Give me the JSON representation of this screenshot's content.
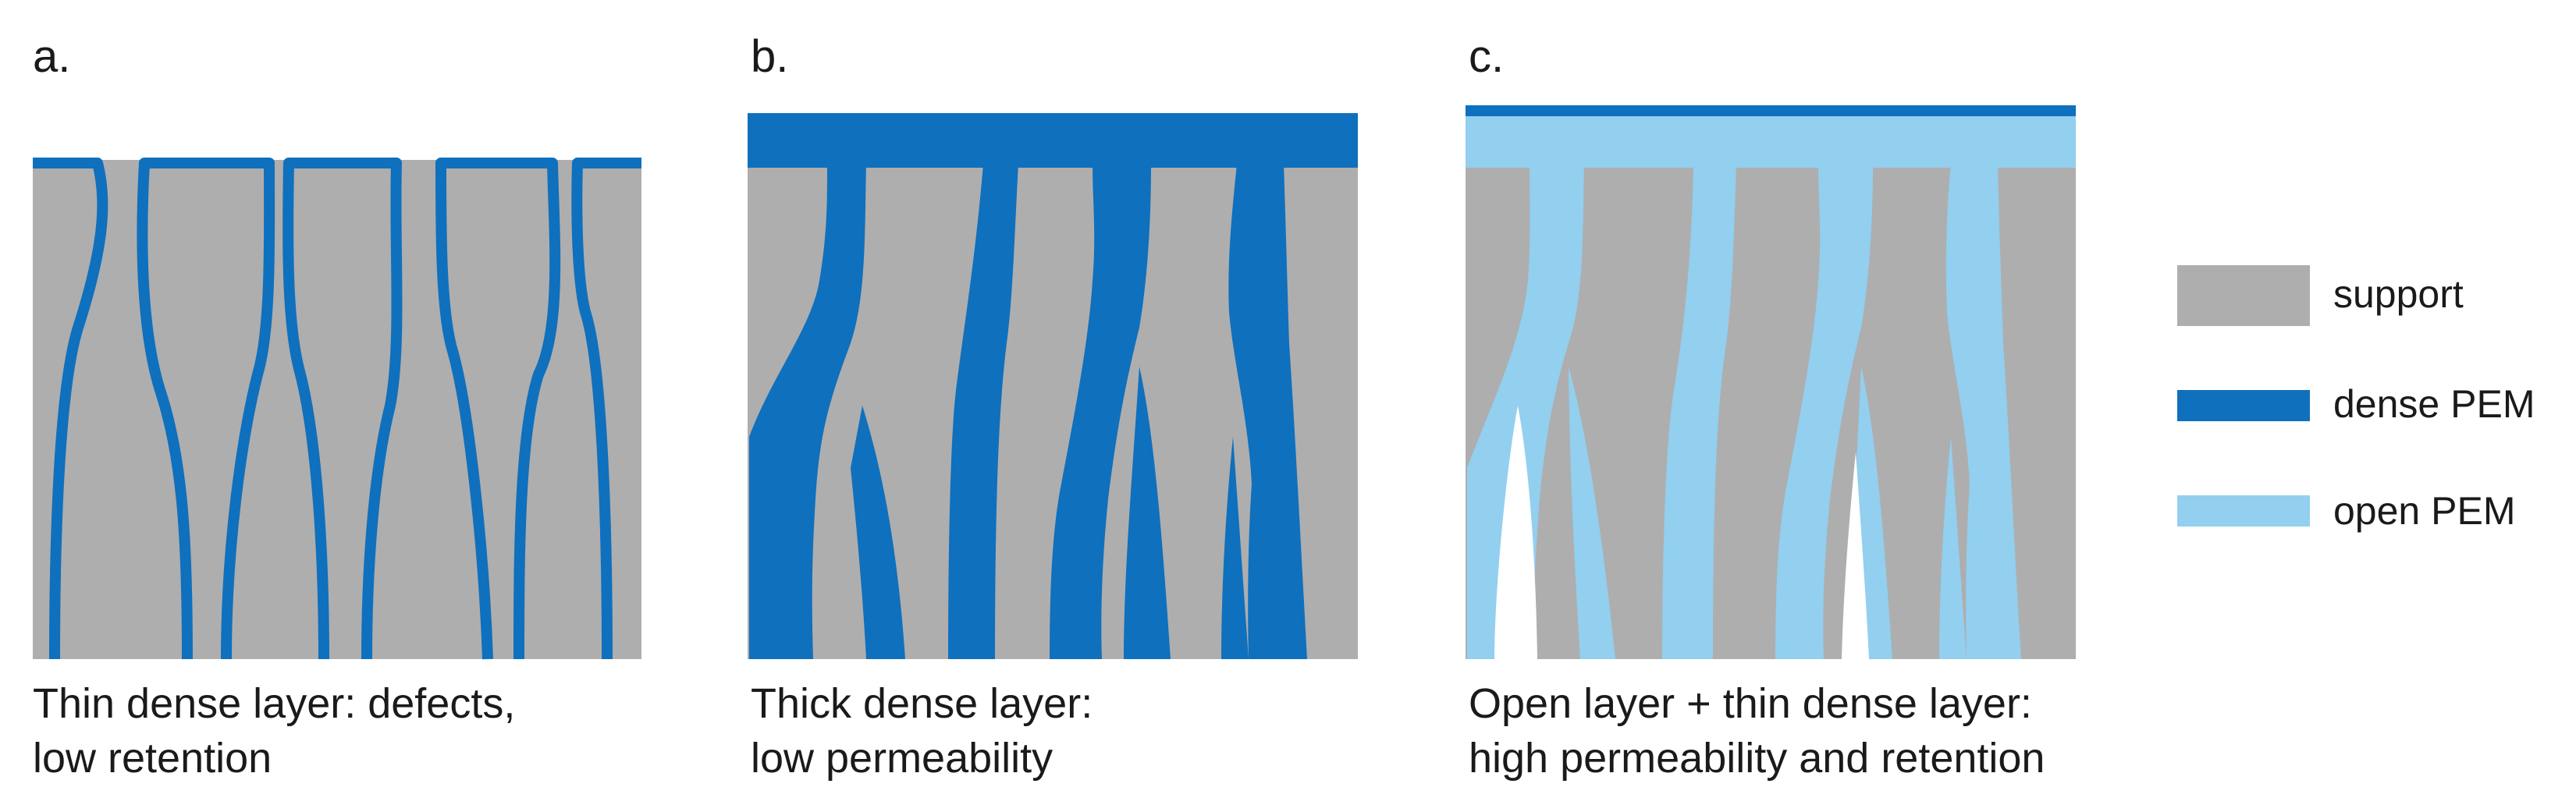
{
  "colors": {
    "support": "#aeaeae",
    "dense_pem": "#0f70bd",
    "open_pem": "#93cfef",
    "background": "#ffffff"
  },
  "panels": [
    {
      "letter": "a.",
      "caption_line1": "Thin dense layer: defects,",
      "caption_line2": "low retention"
    },
    {
      "letter": "b.",
      "caption_line1": "Thick dense layer:",
      "caption_line2": "low permeability"
    },
    {
      "letter": "c.",
      "caption_line1": "Open layer + thin dense layer:",
      "caption_line2": "high permeability and retention"
    }
  ],
  "legend": {
    "items": [
      {
        "label": "support",
        "color_key": "support"
      },
      {
        "label": "dense PEM",
        "color_key": "dense_pem"
      },
      {
        "label": "open PEM",
        "color_key": "open_pem"
      }
    ]
  }
}
